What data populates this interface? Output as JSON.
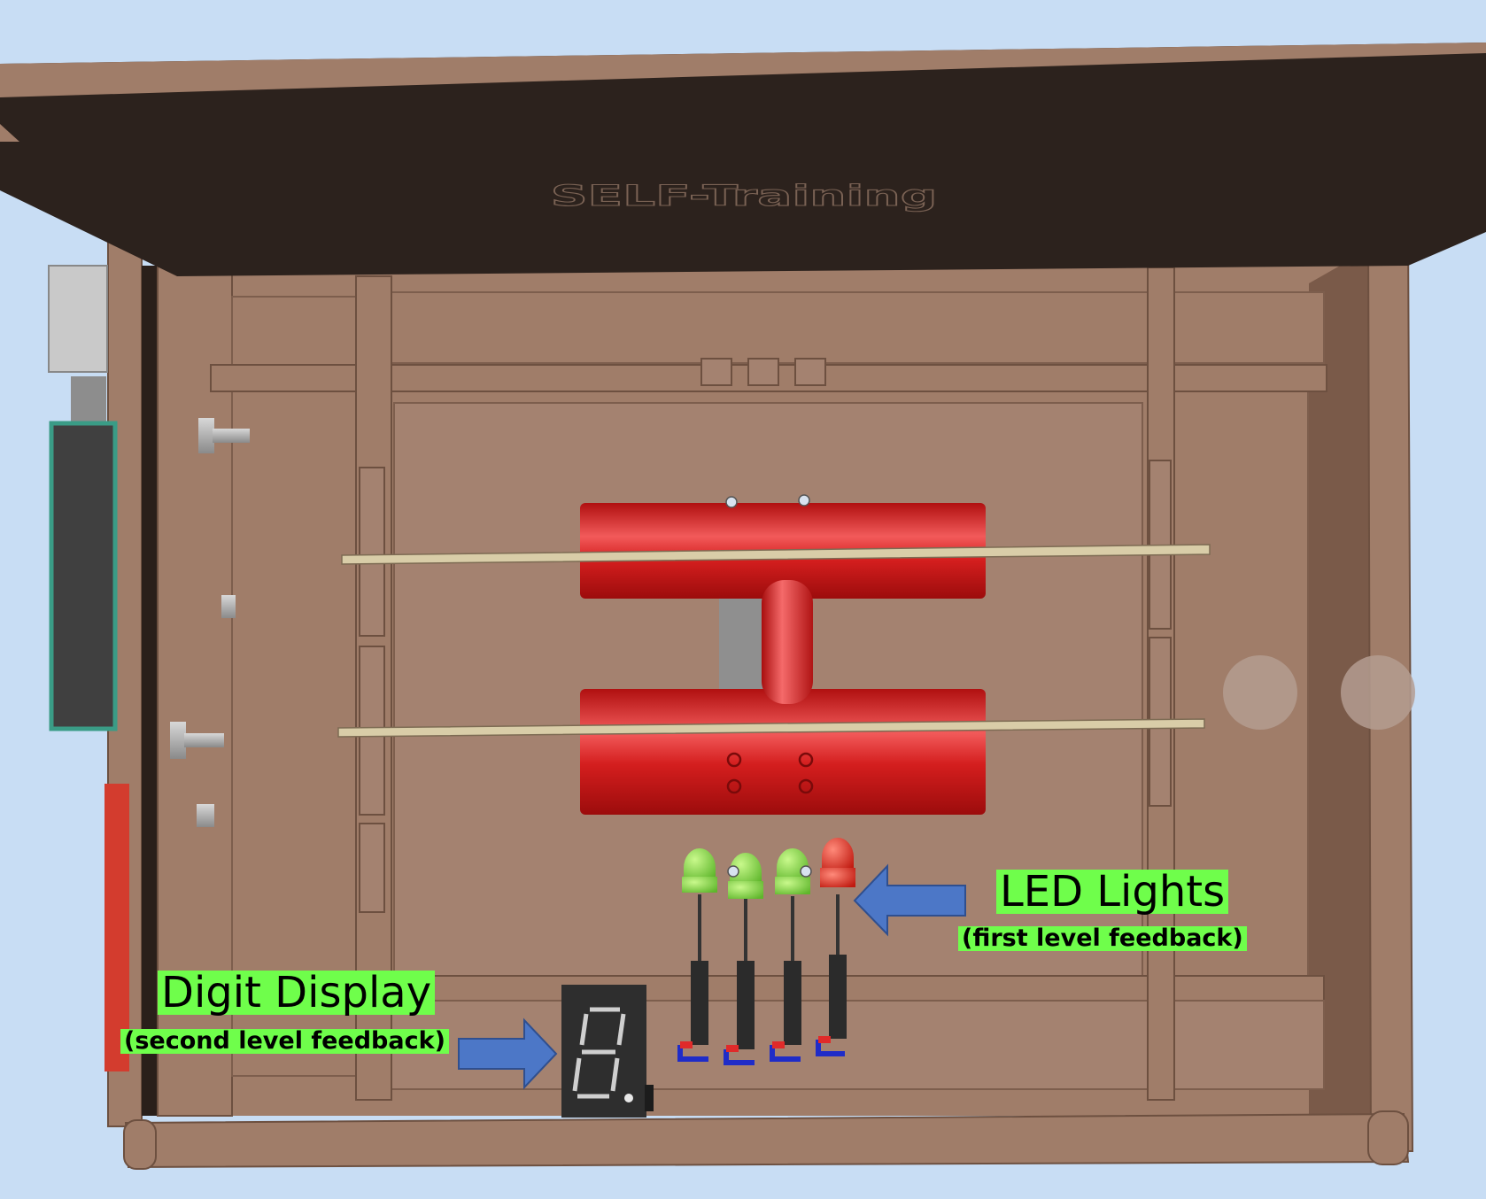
{
  "engraving": {
    "text": "SELF-Training"
  },
  "annotations": {
    "led_lights": {
      "title": "LED Lights",
      "subtitle": "(first level feedback)"
    },
    "digit_display": {
      "title": "Digit Display",
      "subtitle": "(second level feedback)"
    }
  },
  "leds": [
    {
      "color": "green"
    },
    {
      "color": "green"
    },
    {
      "color": "green"
    },
    {
      "color": "red"
    }
  ],
  "colors": {
    "background": "#c8ddf4",
    "wood": "#a07d69",
    "wood_dark": "#7a5a49",
    "lid": "#2c221d",
    "cylinder": "#d81e1e",
    "label_bg": "#6ffe4b",
    "arrow": "#4c77c7",
    "led_green": "#7fe03a",
    "led_red": "#e03020"
  }
}
